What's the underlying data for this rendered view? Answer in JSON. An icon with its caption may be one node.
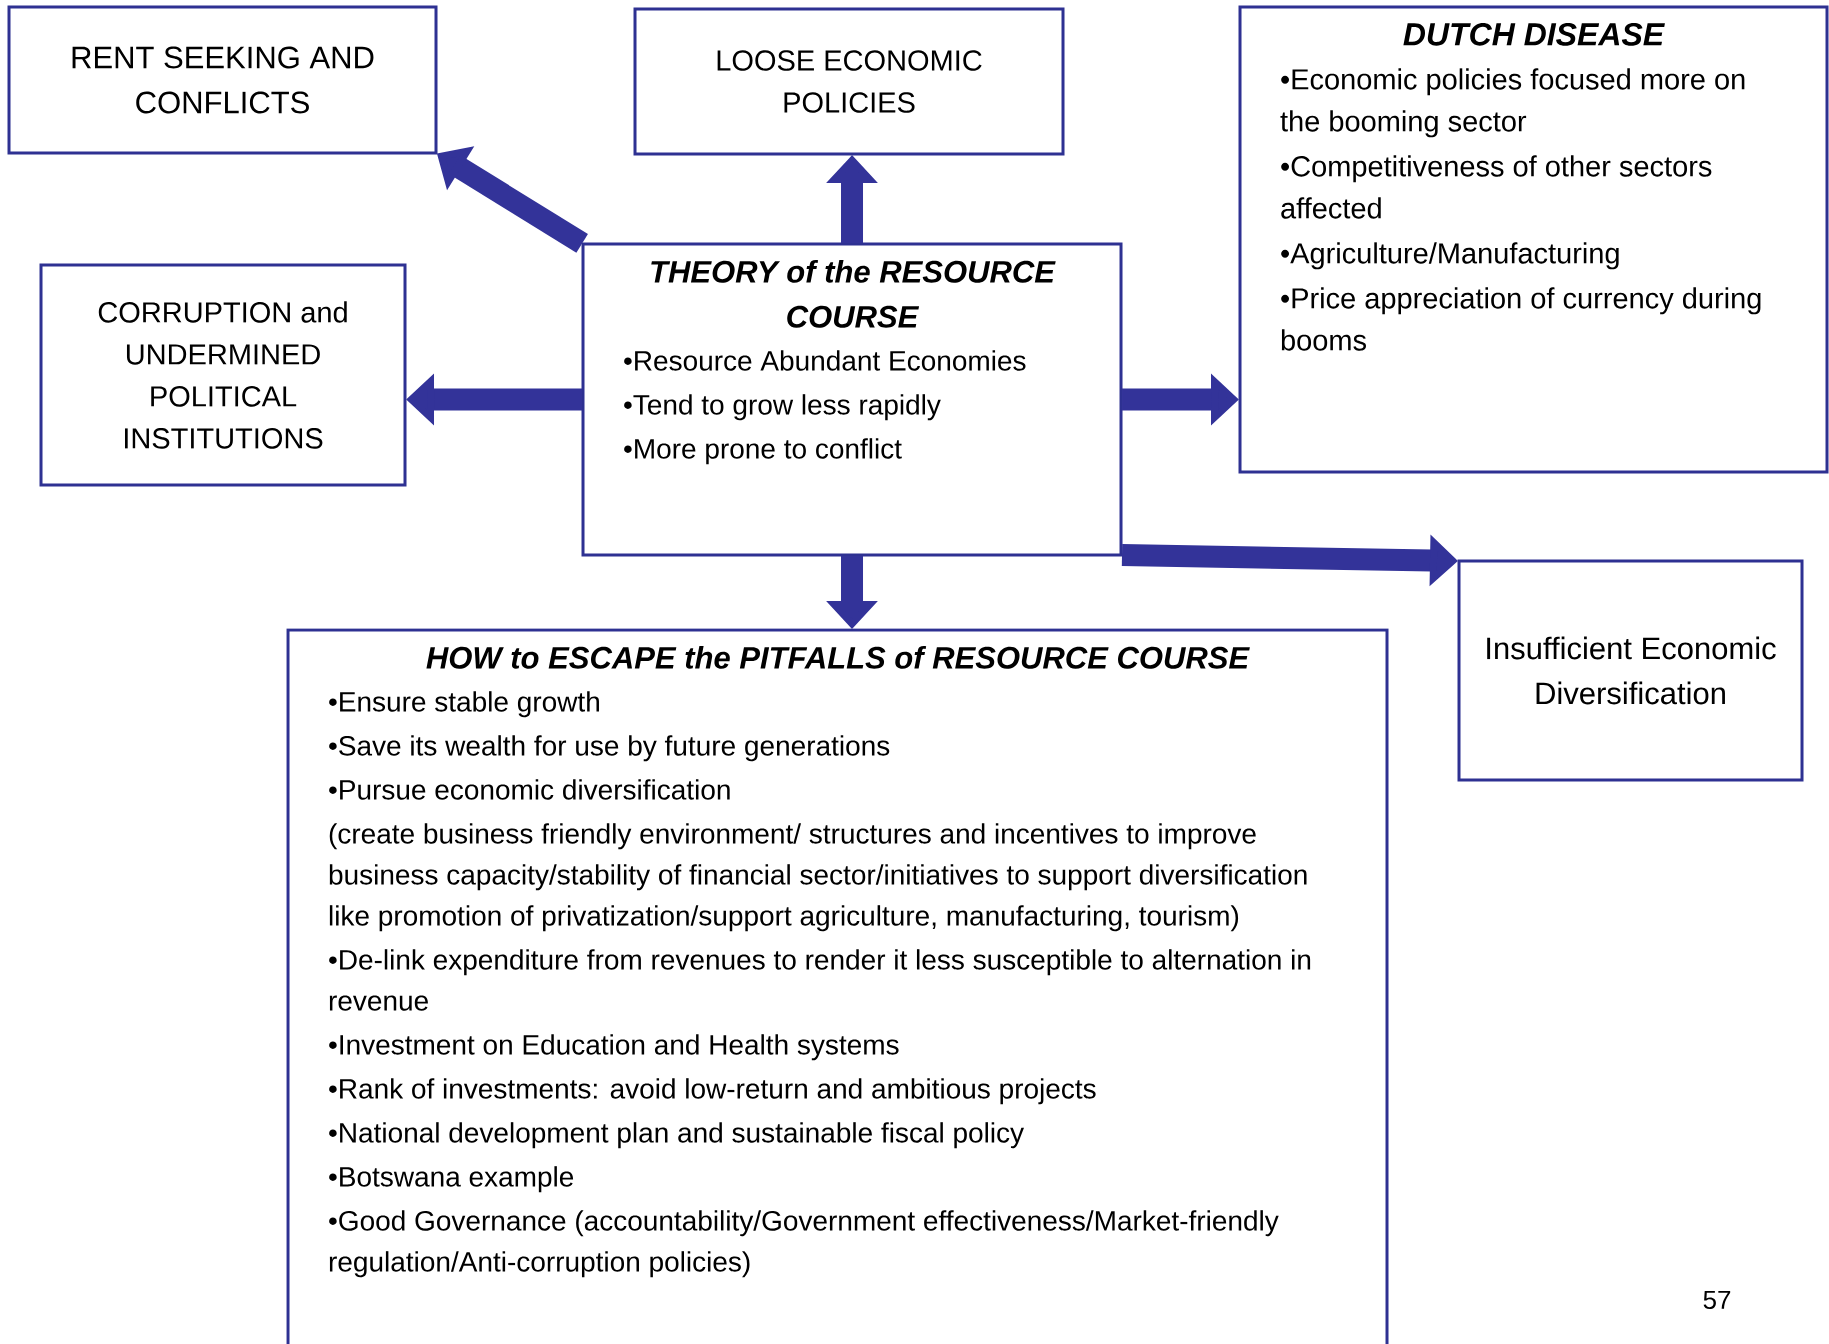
{
  "diagram": {
    "nodes": [
      {
        "text": [
          "RENT SEEKING AND CONFLICTS"
        ]
      },
      {
        "text": [
          "LOOSE ECONOMIC POLICIES"
        ]
      },
      {
        "text": [
          "DUTCH DISEASE",
          "•Economic policies focused more on the booming sector",
          "•Competitiveness of other sectors affected",
          "•Agriculture/Manufacturing",
          "•Price appreciation of currency during booms"
        ]
      },
      {
        "text": [
          "CORRUPTION and UNDERMINED POLITICAL INSTITUTIONS"
        ]
      },
      {
        "text": [
          "THEORY of the RESOURCE COURSE",
          "•Resource Abundant Economies",
          "•Tend to grow less rapidly",
          "•More prone to conflict"
        ]
      },
      {
        "text": [
          "Insufficient Economic Diversification"
        ]
      },
      {
        "text": [
          "HOW to ESCAPE the PITFALLS of RESOURCE COURSE",
          "•Ensure stable growth",
          "•Save its wealth for use by future generations",
          "•Pursue economic diversification",
          "(create business friendly environment/ structures and incentives to improve business capacity/stability of financial sector/initiatives to support diversification like promotion of privatization/support agriculture, manufacturing, tourism)",
          "•De-link expenditure from revenues to render it less susceptible to alternation in revenue",
          "•Investment on Education and Health systems",
          "•Rank of investments: avoid low-return and ambitious projects",
          "•National development plan and sustainable fiscal policy",
          "•Botswana example",
          "•Good Governance (accountability/Government effectiveness/Market-friendly regulation/Anti-corruption policies)"
        ]
      }
    ],
    "edges": [
      {
        "from": 4,
        "to": 0,
        "arrow": "to"
      },
      {
        "from": 4,
        "to": 1,
        "arrow": "to"
      },
      {
        "from": 4,
        "to": 3,
        "arrow": "to"
      },
      {
        "from": 4,
        "to": 2,
        "arrow": "to"
      },
      {
        "from": 4,
        "to": 6,
        "arrow": "to"
      },
      {
        "from": 4,
        "to": 5,
        "arrow": "to"
      }
    ],
    "labels": [
      "57"
    ]
  }
}
